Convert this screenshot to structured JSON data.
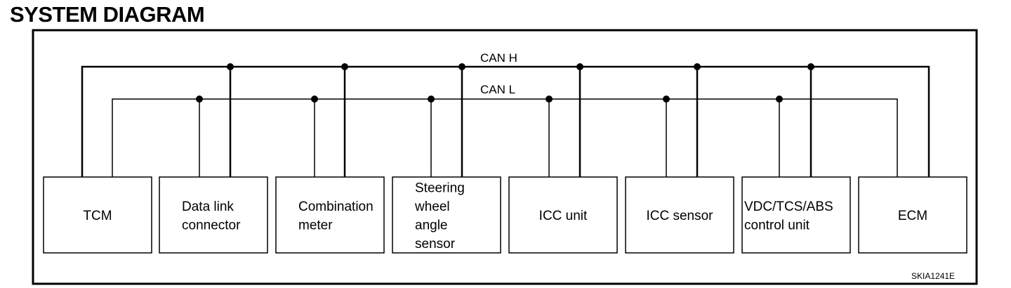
{
  "title": "SYSTEM DIAGRAM",
  "bus": {
    "can_h": "CAN H",
    "can_l": "CAN L"
  },
  "modules": [
    {
      "id": "tcm",
      "lines": [
        "TCM"
      ],
      "align": "center",
      "h_dot": false,
      "l_dot": false
    },
    {
      "id": "data-link-connector",
      "lines": [
        "Data link",
        "connector"
      ],
      "align": "left",
      "h_dot": true,
      "l_dot": true
    },
    {
      "id": "combination-meter",
      "lines": [
        "Combination",
        "meter"
      ],
      "align": "left",
      "h_dot": true,
      "l_dot": true
    },
    {
      "id": "steering-wheel-angle-sensor",
      "lines": [
        "Steering",
        "wheel",
        "angle",
        "sensor"
      ],
      "align": "left",
      "h_dot": true,
      "l_dot": true
    },
    {
      "id": "icc-unit",
      "lines": [
        "ICC unit"
      ],
      "align": "center",
      "h_dot": true,
      "l_dot": true
    },
    {
      "id": "icc-sensor",
      "lines": [
        "ICC sensor"
      ],
      "align": "center",
      "h_dot": true,
      "l_dot": true
    },
    {
      "id": "vdc-tcs-abs-control-unit",
      "lines": [
        "VDC/TCS/ABS",
        "control unit"
      ],
      "align": "left",
      "h_dot": true,
      "l_dot": true
    },
    {
      "id": "ecm",
      "lines": [
        "ECM"
      ],
      "align": "center",
      "h_dot": false,
      "l_dot": false
    }
  ],
  "figure_code": "SKIA1241E"
}
